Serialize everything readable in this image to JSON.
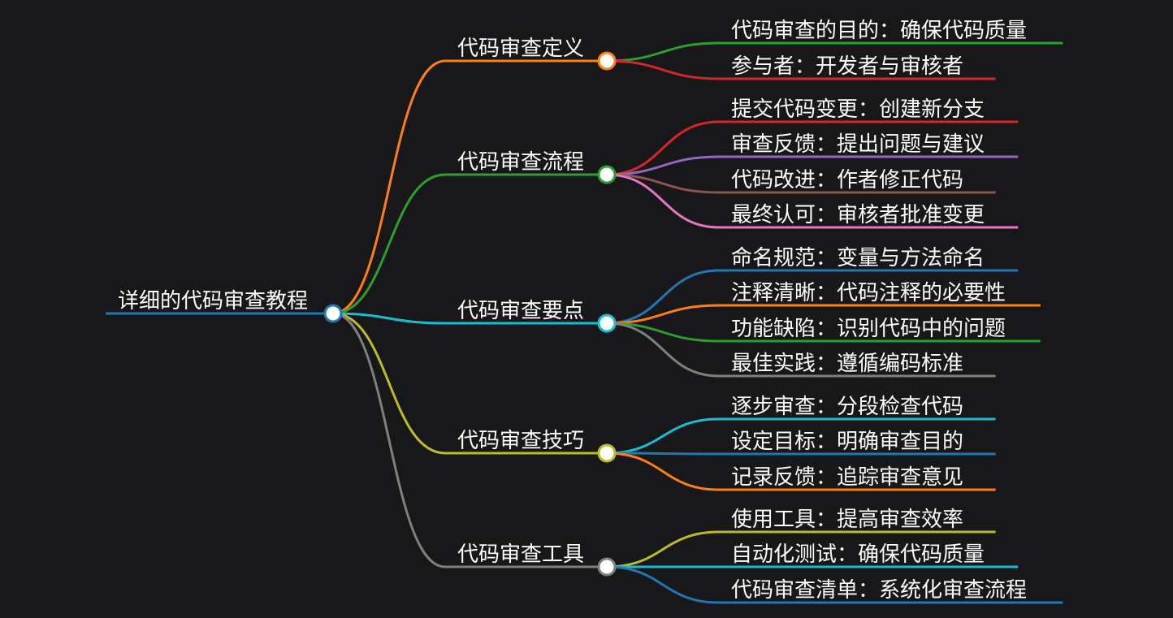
{
  "root": {
    "label": "详细的代码审查教程",
    "color": "#1f77b4"
  },
  "branches": [
    {
      "label": "代码审查定义",
      "color": "#ff7f0e",
      "children": [
        {
          "label": "代码审查的目的：确保代码质量",
          "color": "#2ca02c"
        },
        {
          "label": "参与者：开发者与审核者",
          "color": "#d62728"
        }
      ]
    },
    {
      "label": "代码审查流程",
      "color": "#2ca02c",
      "children": [
        {
          "label": "提交代码变更：创建新分支",
          "color": "#d62728"
        },
        {
          "label": "审查反馈：提出问题与建议",
          "color": "#9467bd"
        },
        {
          "label": "代码改进：作者修正代码",
          "color": "#8c564b"
        },
        {
          "label": "最终认可：审核者批准变更",
          "color": "#e377c2"
        }
      ]
    },
    {
      "label": "代码审查要点",
      "color": "#17becf",
      "children": [
        {
          "label": "命名规范：变量与方法命名",
          "color": "#1f77b4"
        },
        {
          "label": "注释清晰：代码注释的必要性",
          "color": "#ff7f0e"
        },
        {
          "label": "功能缺陷：识别代码中的问题",
          "color": "#2ca02c"
        },
        {
          "label": "最佳实践：遵循编码标准",
          "color": "#7f7f7f"
        }
      ]
    },
    {
      "label": "代码审查技巧",
      "color": "#bcbd22",
      "children": [
        {
          "label": "逐步审查：分段检查代码",
          "color": "#17becf"
        },
        {
          "label": "设定目标：明确审查目的",
          "color": "#1f77b4"
        },
        {
          "label": "记录反馈：追踪审查意见",
          "color": "#ff7f0e"
        }
      ]
    },
    {
      "label": "代码审查工具",
      "color": "#7f7f7f",
      "children": [
        {
          "label": "使用工具：提高审查效率",
          "color": "#bcbd22"
        },
        {
          "label": "自动化测试：确保代码质量",
          "color": "#17becf"
        },
        {
          "label": "代码审查清单：系统化审查流程",
          "color": "#1f77b4"
        }
      ]
    }
  ]
}
